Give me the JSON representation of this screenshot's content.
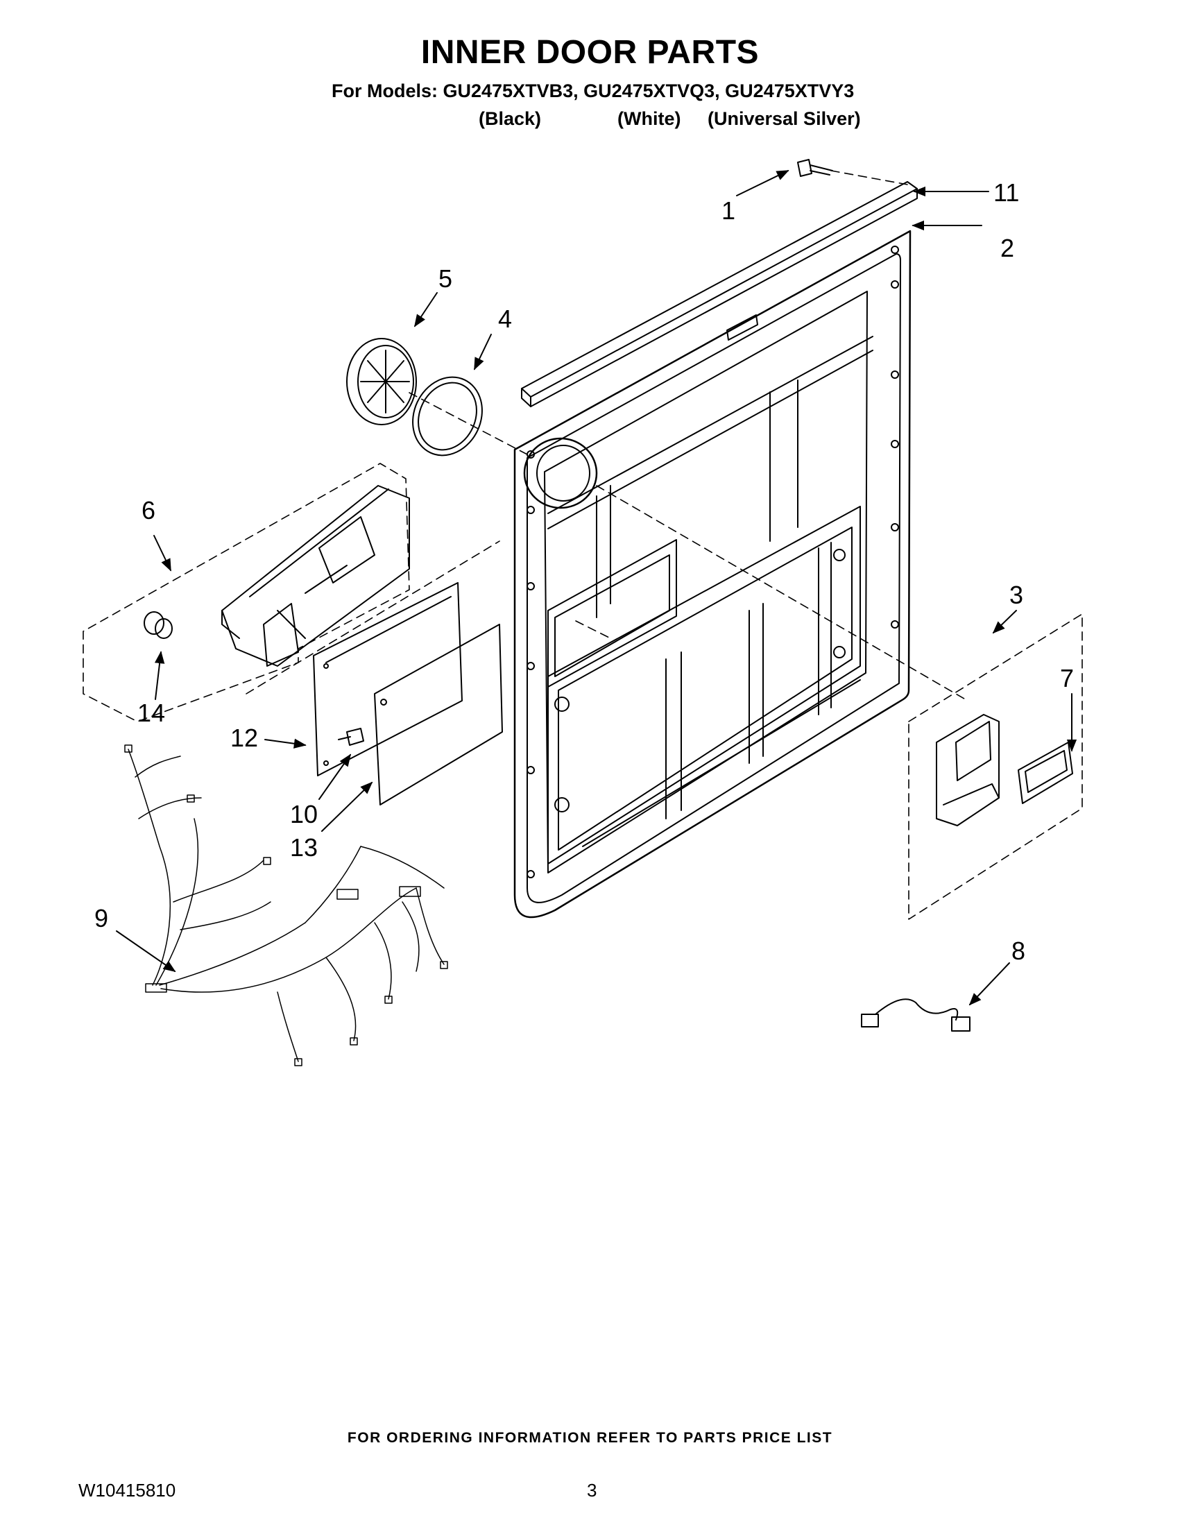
{
  "header": {
    "title": "INNER DOOR PARTS",
    "models_line": "For Models: GU2475XTVB3, GU2475XTVQ3, GU2475XTVY3",
    "colors": [
      "(Black)",
      "(White)",
      "(Universal Silver)"
    ]
  },
  "diagram": {
    "callouts": [
      "1",
      "2",
      "3",
      "4",
      "5",
      "6",
      "7",
      "8",
      "9",
      "10",
      "11",
      "12",
      "13",
      "14"
    ],
    "line_color": "#000000",
    "background": "#ffffff"
  },
  "footer": {
    "note": "FOR ORDERING INFORMATION REFER TO PARTS PRICE LIST",
    "doc_number": "W10415810",
    "page_number": "3"
  }
}
